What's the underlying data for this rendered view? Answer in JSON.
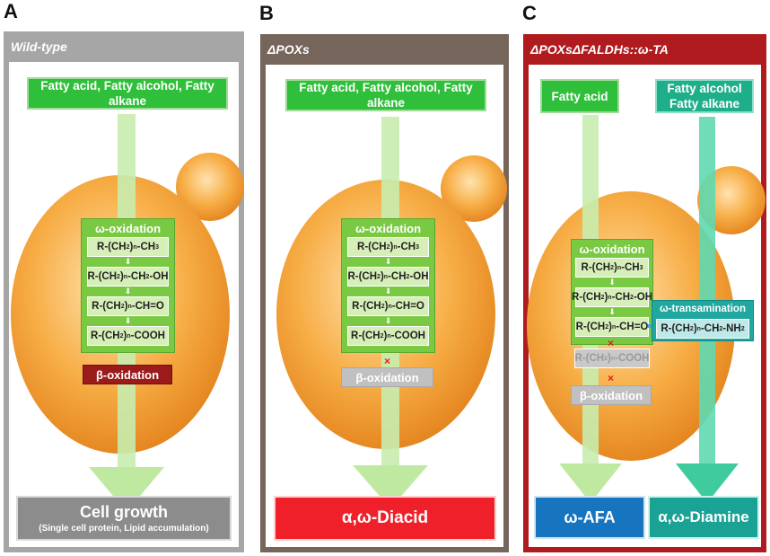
{
  "panels": {
    "a": {
      "letter": "A",
      "title": "Wild-type",
      "substrate": "Fatty acid, Fatty alcohol, Fatty alkane",
      "outcome_main": "Cell growth",
      "outcome_sub": "(Single cell protein, Lipid accumulation)"
    },
    "b": {
      "letter": "B",
      "title": "ΔPOXs",
      "substrate": "Fatty acid, Fatty alcohol, Fatty alkane",
      "outcome_main": "α,ω-Diacid"
    },
    "c": {
      "letter": "C",
      "title": "ΔPOXsΔFALDHs::ω-TA",
      "substrate_left": "Fatty acid",
      "substrate_right_1": "Fatty alcohol",
      "substrate_right_2": "Fatty alkane",
      "transamination": "ω-transamination",
      "outcome_left": "ω-AFA",
      "outcome_right": "α,ω-Diamine"
    }
  },
  "pathway": {
    "omega_oxidation": "ω-oxidation",
    "beta_oxidation": "β-oxidation",
    "blocked_mark": "×",
    "step_arrow": "⬇"
  },
  "colors": {
    "wildtype_frame": "#a6a6a6",
    "poxs_frame": "#75655a",
    "ta_frame": "#b01b1f",
    "substrate_green": "#2fbf3a",
    "oxidation_green": "#7ac943",
    "beta_active": "#9b1b1b",
    "beta_inactive": "#c0c0c0",
    "cell_orange": "#f39a2b",
    "cellgrowth_grey": "#8c8c8c",
    "diacid_red": "#f0202a",
    "afa_blue": "#1775c0",
    "diamine_teal": "#1aa395"
  }
}
